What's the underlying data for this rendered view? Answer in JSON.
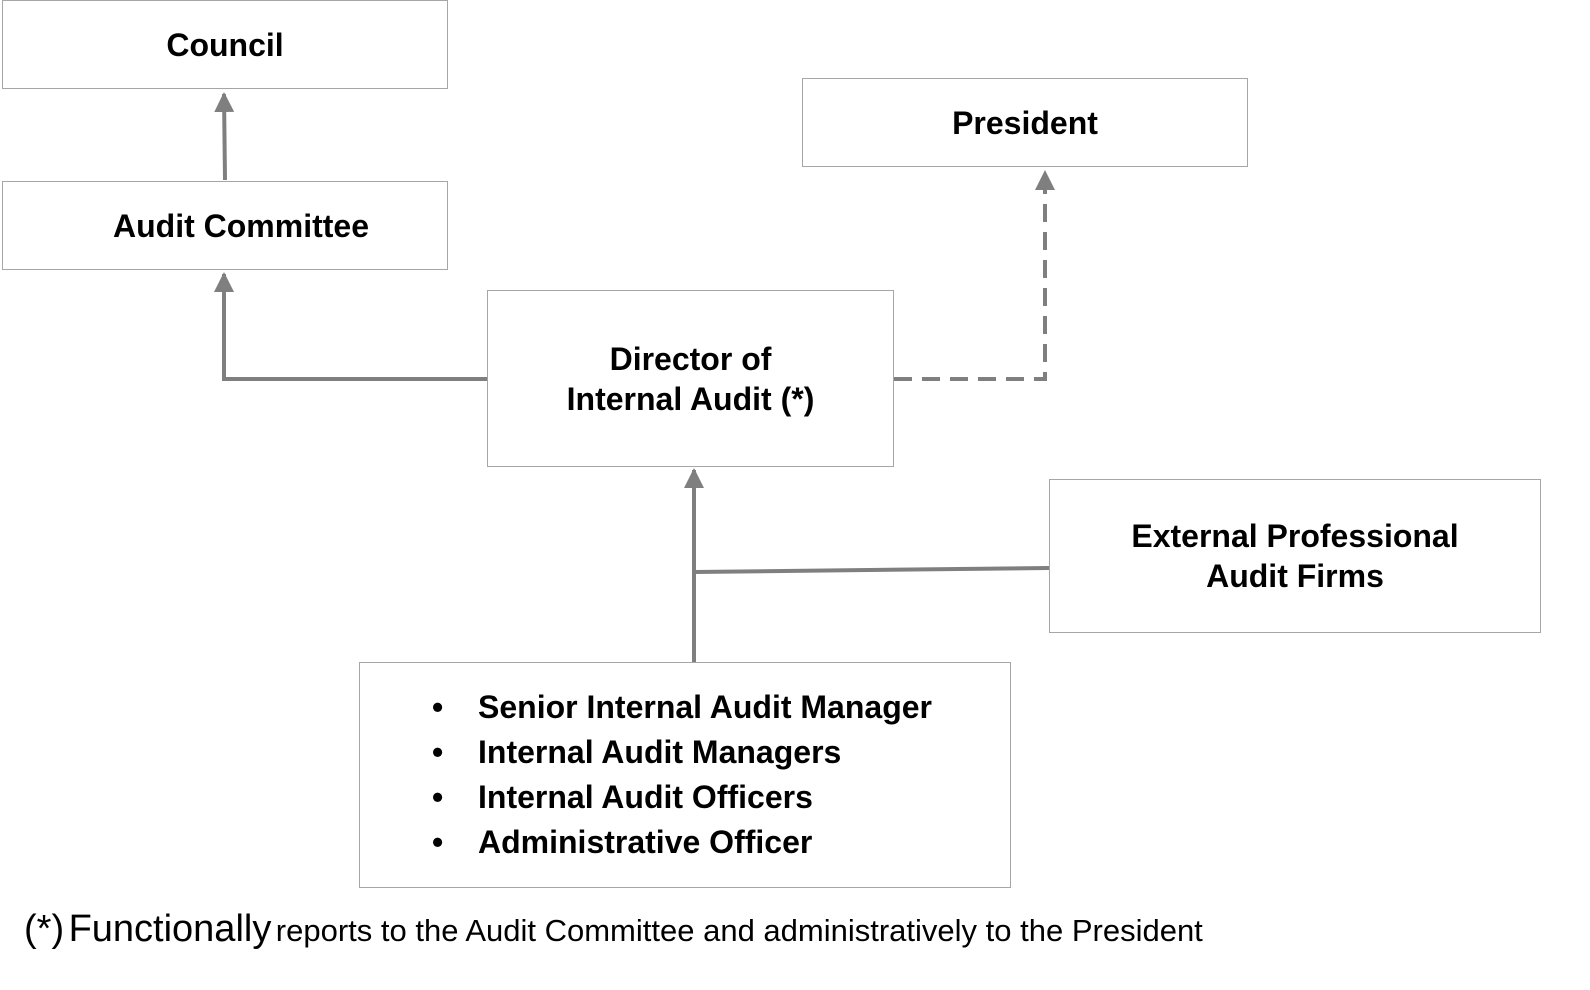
{
  "nodes": {
    "council": {
      "label": "Council"
    },
    "audit_committee": {
      "label": "Audit Committee"
    },
    "president": {
      "label": "President"
    },
    "director": {
      "line1": "Director of",
      "line2": "Internal Audit (*)"
    },
    "external": {
      "line1": "External Professional",
      "line2": "Audit Firms"
    },
    "staff": {
      "items": [
        "Senior Internal Audit Manager",
        "Internal Audit Managers",
        "Internal Audit Officers",
        "Administrative Officer"
      ],
      "bullet": "•"
    }
  },
  "edges": [
    {
      "from": "audit_committee",
      "to": "council",
      "style": "solid"
    },
    {
      "from": "director",
      "to": "audit_committee",
      "style": "solid"
    },
    {
      "from": "director",
      "to": "president",
      "style": "dashed"
    },
    {
      "from": "staff",
      "to": "director",
      "style": "solid"
    },
    {
      "from": "external",
      "to": "director",
      "style": "solid"
    }
  ],
  "footnote": {
    "mark": "(*)",
    "strong": "Functionally",
    "rest": "reports to the Audit Committee and administratively to the President"
  },
  "colors": {
    "connector": "#7f7f7f",
    "box_border": "#a6a6a6",
    "text": "#000000"
  }
}
